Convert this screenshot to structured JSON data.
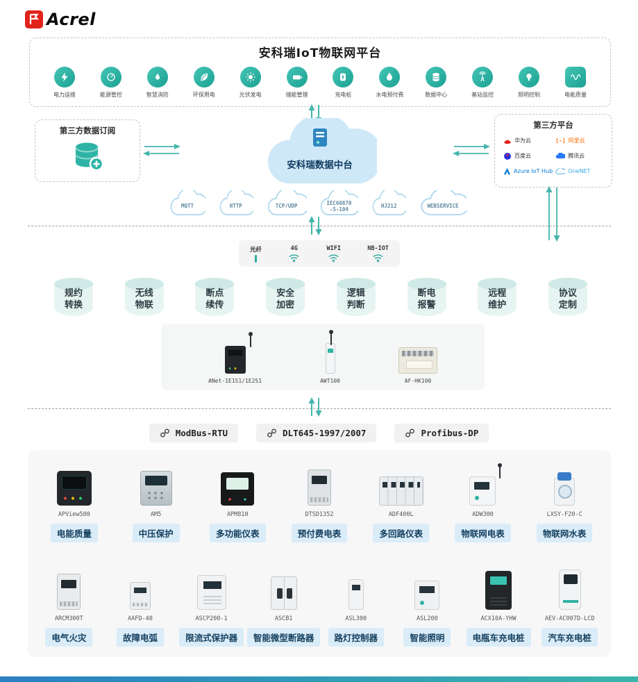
{
  "colors": {
    "accent_teal": "#2fb3a6",
    "arrow_teal": "#45b5ab",
    "chip_bg": "#d9ecf8",
    "chip_text": "#16405f",
    "logo_red": "#e2231a",
    "hub_cloud_blue": "#cfe8f7"
  },
  "logo": {
    "brand": "Acrel"
  },
  "platform": {
    "title": "安科瑞IoT物联网平台",
    "apps": [
      {
        "label": "电力运维",
        "icon": "power-ops-icon"
      },
      {
        "label": "能源管控",
        "icon": "energy-control-icon"
      },
      {
        "label": "智慧消防",
        "icon": "fire-safety-icon"
      },
      {
        "label": "环保用电",
        "icon": "eco-power-icon"
      },
      {
        "label": "光伏发电",
        "icon": "solar-icon"
      },
      {
        "label": "储能管理",
        "icon": "storage-icon"
      },
      {
        "label": "充电桩",
        "icon": "charging-icon"
      },
      {
        "label": "水电预付费",
        "icon": "prepay-icon"
      },
      {
        "label": "数据中心",
        "icon": "datacenter-icon"
      },
      {
        "label": "基站监控",
        "icon": "basestation-icon"
      },
      {
        "label": "照明控制",
        "icon": "lighting-icon"
      },
      {
        "label": "电能质量",
        "icon": "power-quality-icon"
      }
    ]
  },
  "integration": {
    "subscribe_box": {
      "title": "第三方数据订阅",
      "icon": "database-plus-icon"
    },
    "data_hub": {
      "title": "安科瑞数据中台",
      "icon": "cloud-server-icon"
    },
    "thirdparty_box": {
      "title": "第三方平台",
      "providers": [
        {
          "name": "华为云",
          "icon": "huawei-cloud-icon"
        },
        {
          "name": "阿里云",
          "icon": "alibaba-cloud-icon",
          "icon_text": "[-]"
        },
        {
          "name": "百度云",
          "icon": "baidu-cloud-icon"
        },
        {
          "name": "腾讯云",
          "icon": "tencent-cloud-icon"
        },
        {
          "name": "Azure IoT Hub",
          "icon": "azure-icon"
        },
        {
          "name": "OneNET",
          "icon": "onenet-icon"
        }
      ]
    },
    "protocol_clouds": [
      {
        "label": "MQTT"
      },
      {
        "label": "HTTP"
      },
      {
        "label": "TCP/UDP"
      },
      {
        "label": "IEC60870-5-104"
      },
      {
        "label": "HJ212"
      },
      {
        "label": "WEBSERVICE"
      }
    ]
  },
  "access": {
    "connectivity": [
      {
        "label": "光纤",
        "icon": "fiber-icon"
      },
      {
        "label": "4G",
        "icon": "wifi-icon"
      },
      {
        "label": "WIFI",
        "icon": "wifi-icon"
      },
      {
        "label": "NB-IOT",
        "icon": "wifi-icon"
      }
    ],
    "features": [
      "规约转换",
      "无线物联",
      "断点续传",
      "安全加密",
      "逻辑判断",
      "断电报警",
      "远程维护",
      "协议定制"
    ],
    "gateways": [
      {
        "model": "ANet-1E1S1/1E2S1"
      },
      {
        "model": "AWT100"
      },
      {
        "model": "AF-HK100"
      }
    ]
  },
  "field": {
    "bus_protocols": [
      {
        "label": "ModBus-RTU"
      },
      {
        "label": "DLT645-1997/2007"
      },
      {
        "label": "Profibus-DP"
      }
    ],
    "devices_row1": [
      {
        "model": "APView500",
        "label": "电能质量"
      },
      {
        "model": "AM5",
        "label": "中压保护"
      },
      {
        "model": "APM810",
        "label": "多功能仪表"
      },
      {
        "model": "DTSD1352",
        "label": "预付费电表"
      },
      {
        "model": "ADF400L",
        "label": "多回路仪表"
      },
      {
        "model": "ADW300",
        "label": "物联网电表"
      },
      {
        "model": "LXSY-F20-C",
        "label": "物联网水表"
      }
    ],
    "devices_row2": [
      {
        "model": "ARCM300T",
        "label": "电气火灾"
      },
      {
        "model": "AAFD-40",
        "label": "故障电弧"
      },
      {
        "model": "ASCP200-1",
        "label": "限流式保护器"
      },
      {
        "model": "ASCB1",
        "label": "智能微型断路器"
      },
      {
        "model": "ASL300",
        "label": "路灯控制器"
      },
      {
        "model": "ASL200",
        "label": "智能照明"
      },
      {
        "model": "ACX10A-YHW",
        "label": "电瓶车充电桩"
      },
      {
        "model": "AEV-AC007D-LCD",
        "label": "汽车充电桩"
      }
    ]
  }
}
